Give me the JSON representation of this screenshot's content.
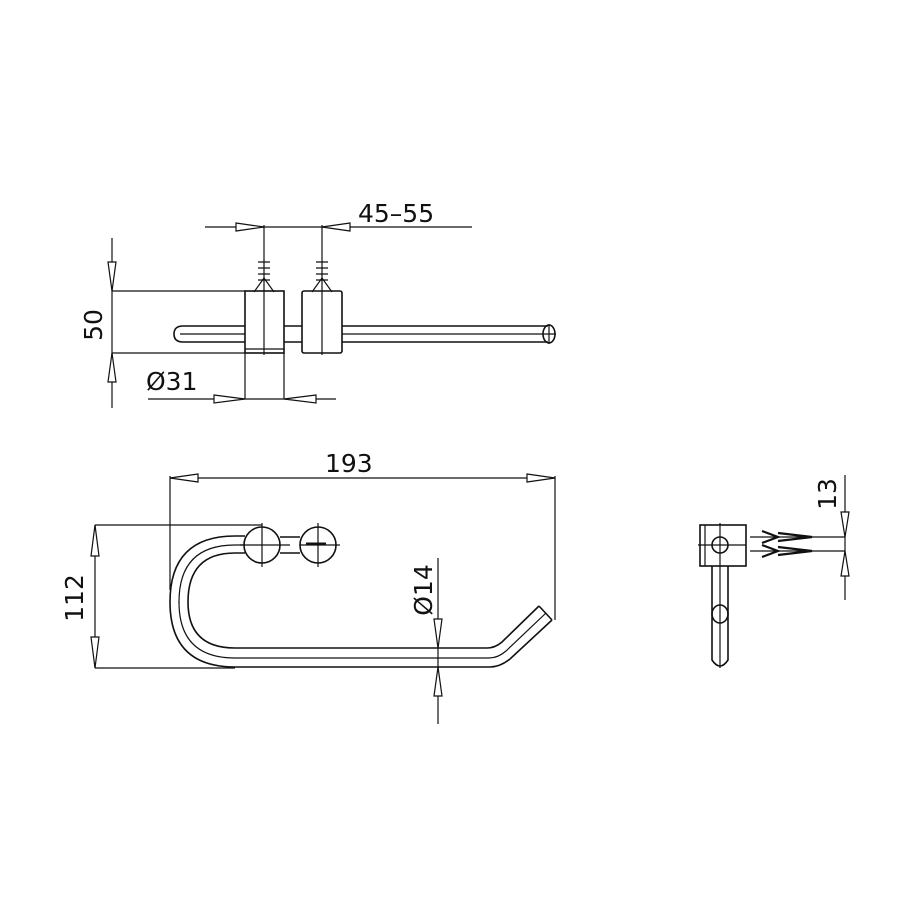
{
  "drawing": {
    "subject": "Toilet paper holder technical drawing",
    "ink_color": "#111111",
    "background": "#ffffff"
  },
  "dimensions": {
    "mount_spacing": "45–55",
    "depth": "50",
    "rosette_diameter": "Ø31",
    "overall_width": "193",
    "overall_height": "112",
    "rod_diameter": "Ø14",
    "screw_spacing": "13"
  }
}
